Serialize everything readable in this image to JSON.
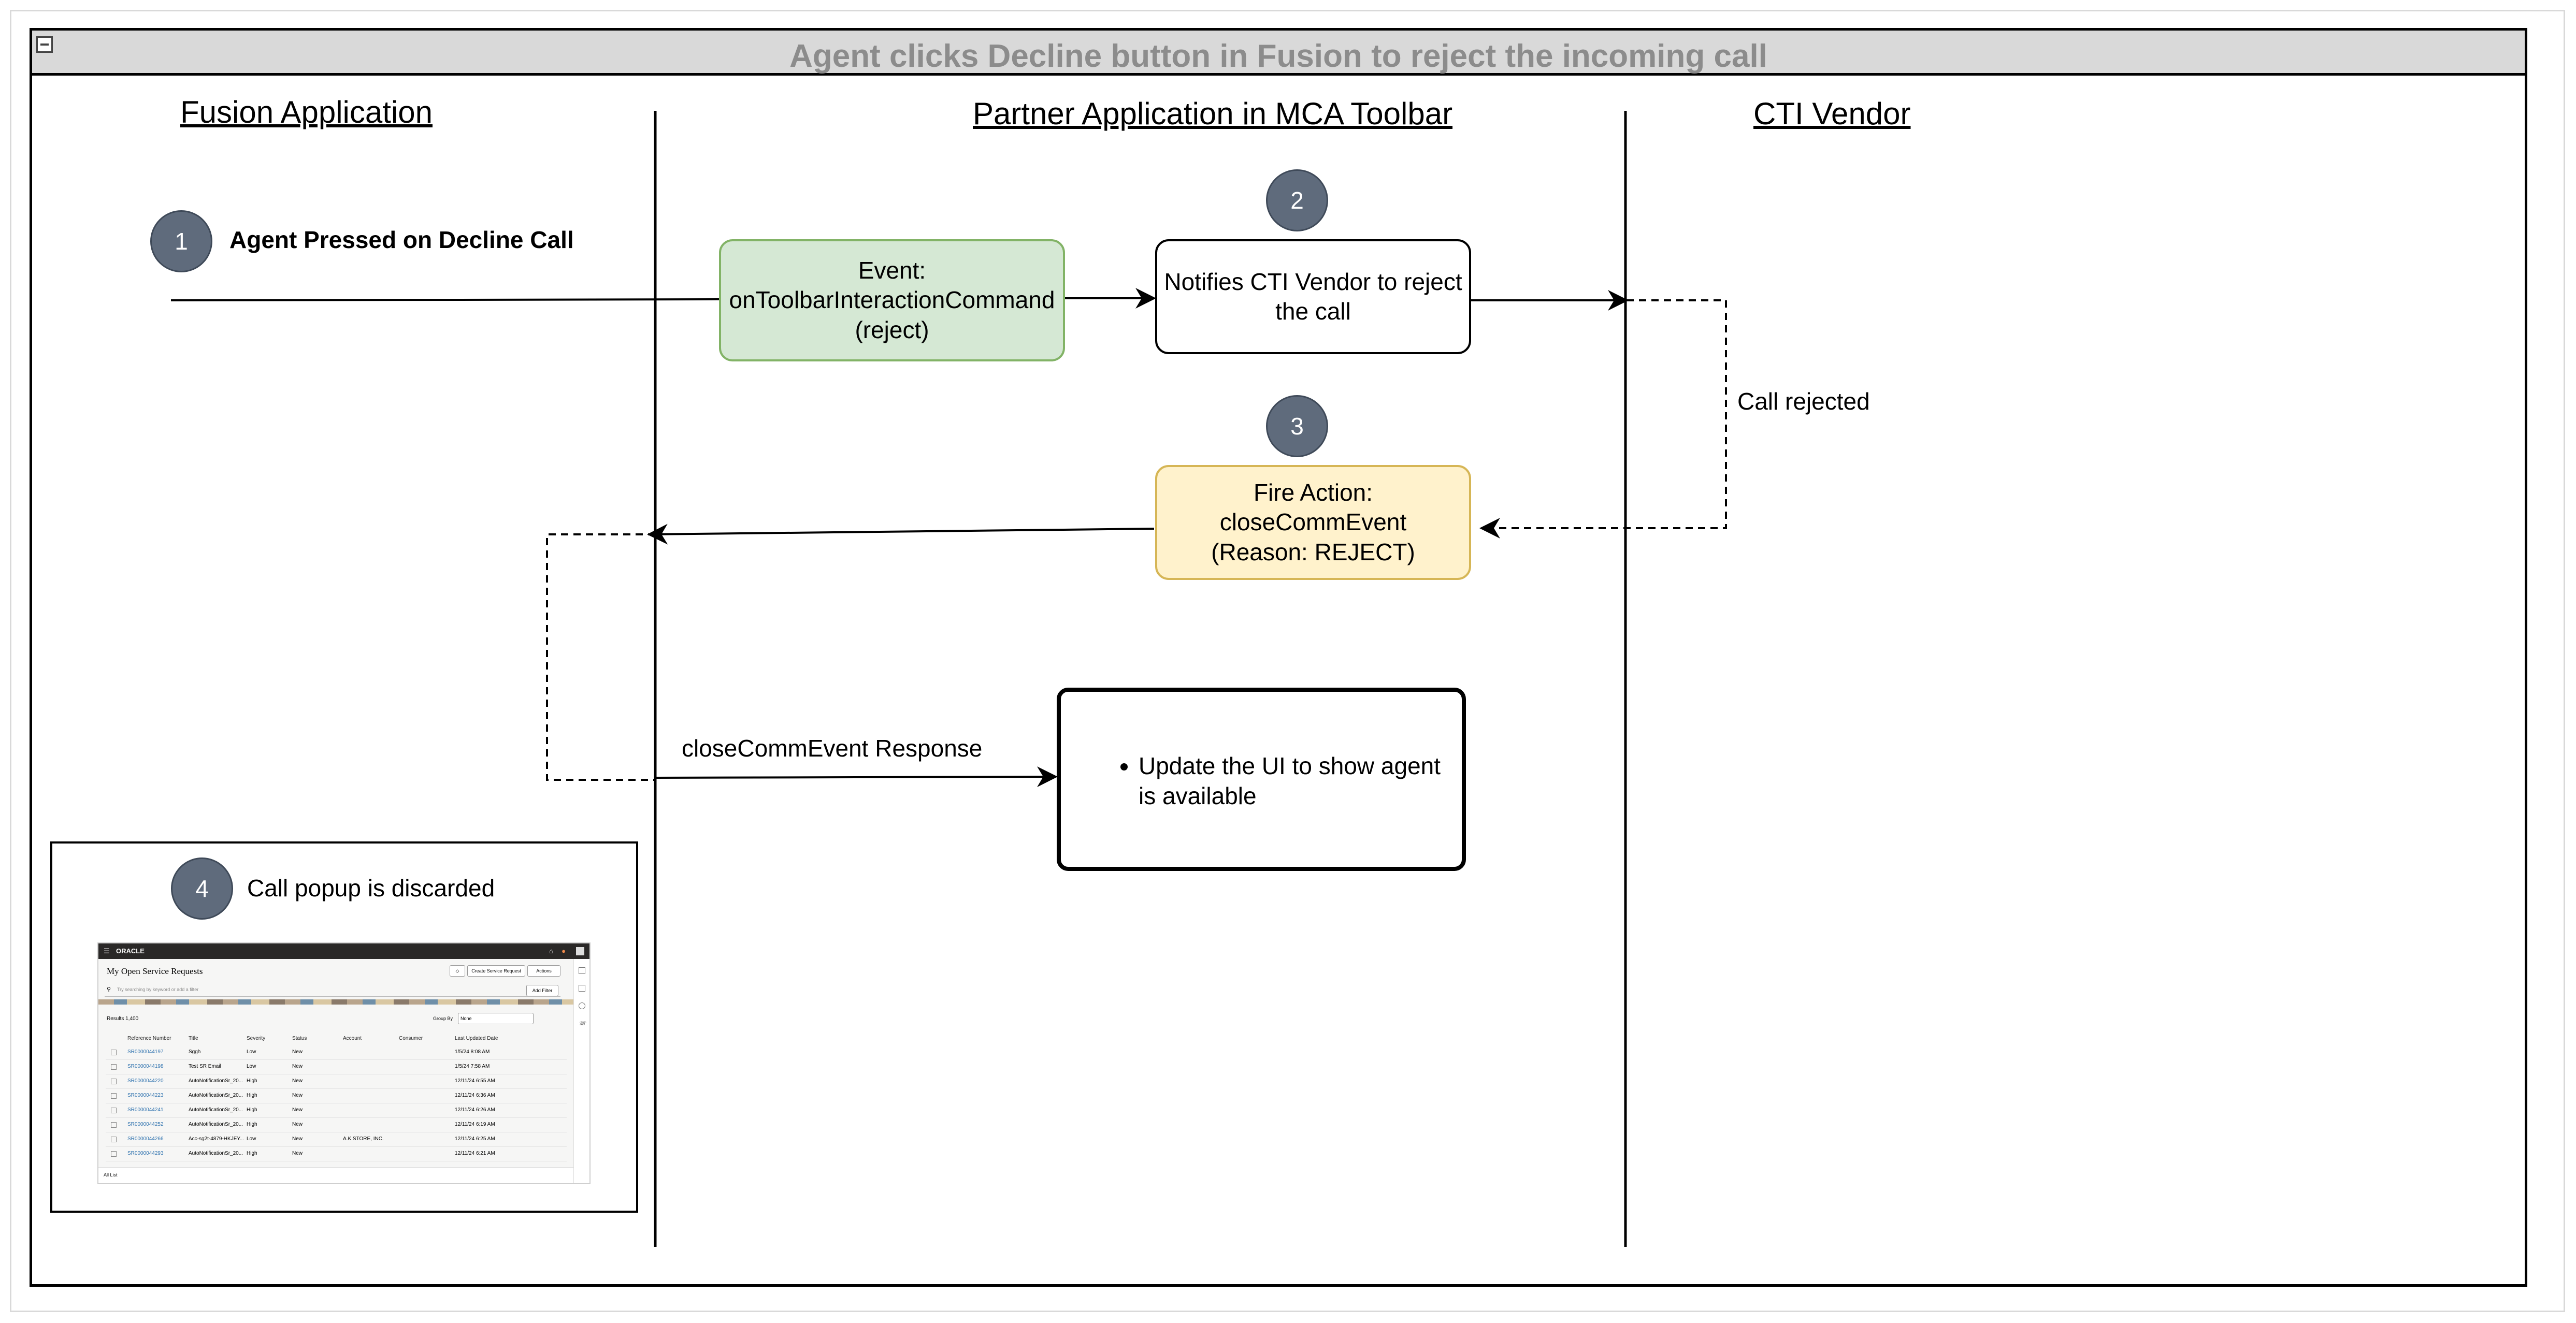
{
  "title": "Agent clicks Decline button in Fusion to reject the incoming call",
  "lanes": {
    "fusion": "Fusion Application",
    "partner": "Partner Application in MCA Toolbar",
    "vendor": "CTI Vendor"
  },
  "steps": [
    {
      "number": "1",
      "text": "Agent Pressed on Decline Call"
    },
    {
      "number": "2",
      "text": ""
    },
    {
      "number": "3",
      "text": ""
    },
    {
      "number": "4",
      "text": "Call popup is discarded"
    }
  ],
  "boxes": {
    "event": [
      "Event:",
      "onToolbarInteractionCommand",
      "(reject)"
    ],
    "notify": [
      "Notifies CTI Vendor to reject",
      "the call"
    ],
    "fire": [
      "Fire Action:",
      "closeCommEvent",
      "(Reason: REJECT)"
    ],
    "update": [
      "Update the UI to show agent",
      "is available"
    ]
  },
  "edge_labels": {
    "call_rejected": "Call rejected",
    "response": "closeCommEvent Response"
  },
  "screenshot": {
    "brand": "ORACLE",
    "heading": "My Open Service Requests",
    "search_placeholder": "Try searching by keyword or add a filter",
    "buttons": [
      "Create Service Request",
      "Actions",
      "Add Filter"
    ],
    "results": "Results  1,400",
    "group_by": "Group By",
    "group_value": "None",
    "columns": [
      "Reference Number",
      "Title",
      "Severity",
      "Status",
      "Account",
      "Consumer",
      "Last Updated Date"
    ],
    "rows": [
      [
        "SR0000044197",
        "Sggh",
        "Low",
        "New",
        "",
        "",
        "1/5/24 8:08 AM"
      ],
      [
        "SR0000044198",
        "Test SR Email",
        "Low",
        "New",
        "",
        "",
        "1/5/24 7:58 AM"
      ],
      [
        "SR0000044220",
        "AutoNotificationSr_20...",
        "High",
        "New",
        "",
        "",
        "12/11/24 6:55 AM"
      ],
      [
        "SR0000044223",
        "AutoNotificationSr_20...",
        "High",
        "New",
        "",
        "",
        "12/11/24 6:36 AM"
      ],
      [
        "SR0000044241",
        "AutoNotificationSr_20...",
        "High",
        "New",
        "",
        "",
        "12/11/24 6:26 AM"
      ],
      [
        "SR0000044252",
        "AutoNotificationSr_20...",
        "High",
        "New",
        "",
        "",
        "12/11/24 6:19 AM"
      ],
      [
        "SR0000044266",
        "Acc-sg2t-4879-HKJEY...",
        "Low",
        "New",
        "A.K STORE, INC.",
        "",
        "12/11/24 6:25 AM"
      ],
      [
        "SR0000044293",
        "AutoNotificationSr_20...",
        "High",
        "New",
        "",
        "",
        "12/11/24 6:21 AM"
      ]
    ],
    "footer": "All List"
  },
  "colors": {
    "badge": "#5f6b7c",
    "green_fill": "#d5e8d4",
    "green_stroke": "#82b366",
    "yellow_fill": "#fff2cc",
    "yellow_stroke": "#d6b656",
    "title_bar": "#d9d9d9",
    "title_text": "#8c8c8c"
  }
}
